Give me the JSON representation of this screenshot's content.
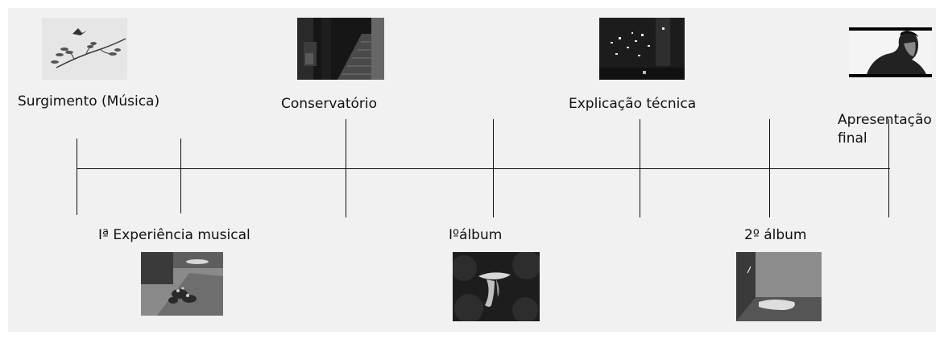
{
  "timeline": {
    "events_top": [
      {
        "label": "Surgimento (Música)",
        "photo": "branch-with-bird-photo"
      },
      {
        "label": "Conservatório",
        "photo": "dark-stairway-photo"
      },
      {
        "label": "Explicação técnica",
        "photo": "dark-room-lights-photo"
      },
      {
        "label": "Apresentação final",
        "photo": "man-portrait-photo"
      }
    ],
    "events_bottom": [
      {
        "label": "Iª Experiência musical",
        "photo": "roadside-objects-photo"
      },
      {
        "label": "Iºálbum",
        "photo": "draped-figure-forest-photo"
      },
      {
        "label": "2º álbum",
        "photo": "cloth-on-floor-photo"
      }
    ]
  },
  "colors": {
    "background": "#f1f1f1",
    "line": "#111111"
  }
}
